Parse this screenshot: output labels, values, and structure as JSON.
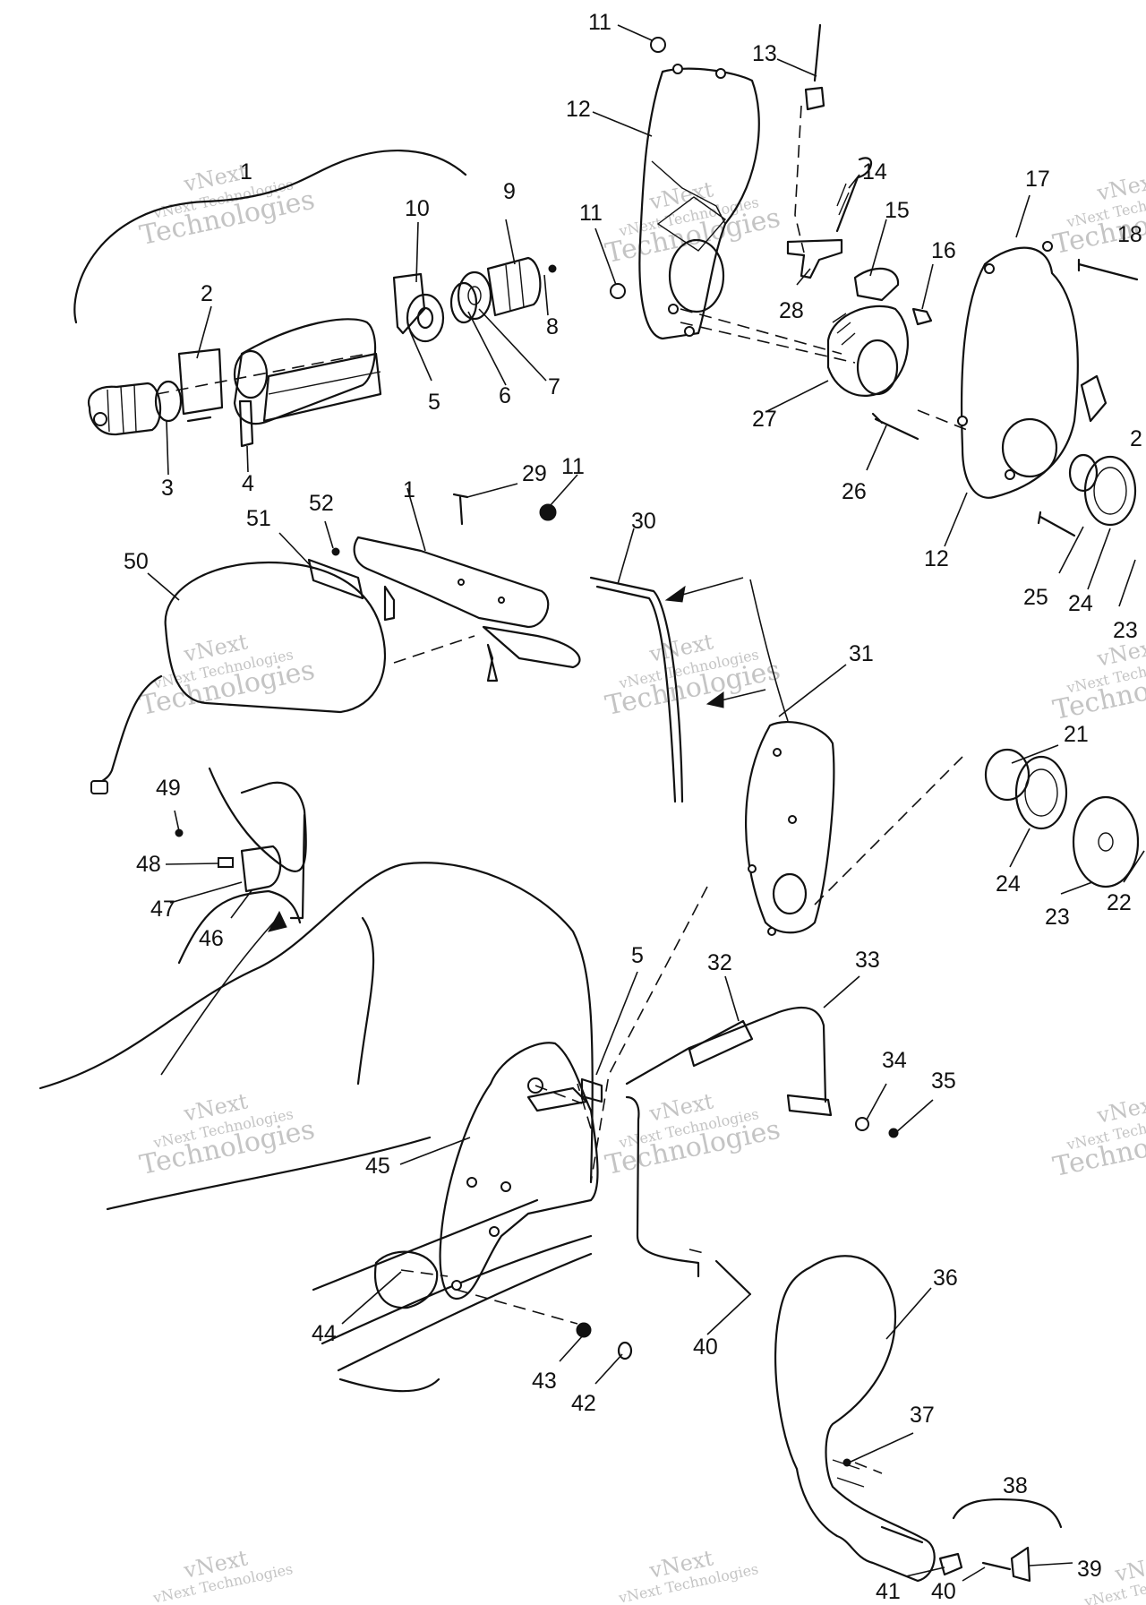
{
  "diagram": {
    "callouts": [
      {
        "id": "c11a",
        "text": "11"
      },
      {
        "id": "c13",
        "text": "13"
      },
      {
        "id": "c12a",
        "text": "12"
      },
      {
        "id": "c14",
        "text": "14"
      },
      {
        "id": "c17",
        "text": "17"
      },
      {
        "id": "c1a",
        "text": "1"
      },
      {
        "id": "c15",
        "text": "15"
      },
      {
        "id": "c18",
        "text": "18"
      },
      {
        "id": "c9",
        "text": "9"
      },
      {
        "id": "c10",
        "text": "10"
      },
      {
        "id": "c11b",
        "text": "11"
      },
      {
        "id": "c16",
        "text": "16"
      },
      {
        "id": "c2a",
        "text": "2"
      },
      {
        "id": "c8",
        "text": "8"
      },
      {
        "id": "c28",
        "text": "28"
      },
      {
        "id": "c7",
        "text": "7"
      },
      {
        "id": "c5a",
        "text": "5"
      },
      {
        "id": "c6",
        "text": "6"
      },
      {
        "id": "c27",
        "text": "27"
      },
      {
        "id": "c3",
        "text": "3"
      },
      {
        "id": "c4",
        "text": "4"
      },
      {
        "id": "c2b",
        "text": "2"
      },
      {
        "id": "c26",
        "text": "26"
      },
      {
        "id": "c29",
        "text": "29"
      },
      {
        "id": "c11c",
        "text": "11"
      },
      {
        "id": "c1b",
        "text": "1"
      },
      {
        "id": "c52",
        "text": "52"
      },
      {
        "id": "c51",
        "text": "51"
      },
      {
        "id": "c30",
        "text": "30"
      },
      {
        "id": "c12b",
        "text": "12"
      },
      {
        "id": "c25",
        "text": "25"
      },
      {
        "id": "c24a",
        "text": "24"
      },
      {
        "id": "c23a",
        "text": "23"
      },
      {
        "id": "c50",
        "text": "50"
      },
      {
        "id": "c31",
        "text": "31"
      },
      {
        "id": "c21",
        "text": "21"
      },
      {
        "id": "c49",
        "text": "49"
      },
      {
        "id": "c48",
        "text": "48"
      },
      {
        "id": "c47",
        "text": "47"
      },
      {
        "id": "c46",
        "text": "46"
      },
      {
        "id": "c24b",
        "text": "24"
      },
      {
        "id": "c23b",
        "text": "23"
      },
      {
        "id": "c22",
        "text": "22"
      },
      {
        "id": "c5b",
        "text": "5"
      },
      {
        "id": "c32",
        "text": "32"
      },
      {
        "id": "c33",
        "text": "33"
      },
      {
        "id": "c34",
        "text": "34"
      },
      {
        "id": "c35",
        "text": "35"
      },
      {
        "id": "c45",
        "text": "45"
      },
      {
        "id": "c36",
        "text": "36"
      },
      {
        "id": "c44",
        "text": "44"
      },
      {
        "id": "c40a",
        "text": "40"
      },
      {
        "id": "c43",
        "text": "43"
      },
      {
        "id": "c42",
        "text": "42"
      },
      {
        "id": "c37",
        "text": "37"
      },
      {
        "id": "c38",
        "text": "38"
      },
      {
        "id": "c39",
        "text": "39"
      },
      {
        "id": "c41",
        "text": "41"
      },
      {
        "id": "c40b",
        "text": "40"
      }
    ],
    "watermark": {
      "line1": "vNext",
      "line2": "vNext Technologies",
      "line3": "Technologies"
    }
  }
}
